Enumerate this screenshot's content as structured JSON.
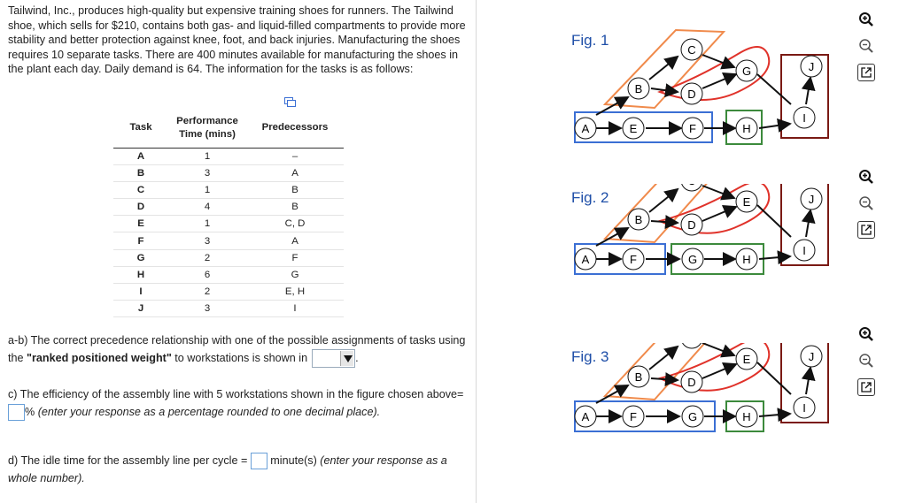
{
  "problem": {
    "intro": "Tailwind, Inc., produces high-quality but expensive training shoes for runners. The Tailwind shoe, which sells for $210, contains both gas- and liquid-filled compartments to provide more stability and better protection against knee, foot, and back injuries. Manufacturing the shoes requires 10 separate tasks. There are 400 minutes available for manufacturing the shoes in the plant each day. Daily demand is 64. The information for the tasks is as follows:"
  },
  "table": {
    "headers": {
      "task": "Task",
      "time_line1": "Performance",
      "time_line2": "Time (mins)",
      "pred": "Predecessors"
    },
    "rows": [
      {
        "task": "A",
        "time": "1",
        "pred": "–"
      },
      {
        "task": "B",
        "time": "3",
        "pred": "A"
      },
      {
        "task": "C",
        "time": "1",
        "pred": "B"
      },
      {
        "task": "D",
        "time": "4",
        "pred": "B"
      },
      {
        "task": "E",
        "time": "1",
        "pred": "C, D"
      },
      {
        "task": "F",
        "time": "3",
        "pred": "A"
      },
      {
        "task": "G",
        "time": "2",
        "pred": "F"
      },
      {
        "task": "H",
        "time": "6",
        "pred": "G"
      },
      {
        "task": "I",
        "time": "2",
        "pred": "E, H"
      },
      {
        "task": "J",
        "time": "3",
        "pred": "I"
      }
    ]
  },
  "questions": {
    "ab_pre": "a-b) The correct precedence relationship with one of the possible assignments of tasks using the ",
    "ab_bold": "\"ranked positioned weight\"",
    "ab_post": " to workstations is shown in",
    "ab_end": ".",
    "c_pre": "c) The efficiency of the assembly line with 5 workstations shown in the figure chosen above=",
    "c_post": "% ",
    "c_italic": "(enter your response as a percentage rounded to one decimal place).",
    "d_pre": "d) The idle time for the assembly line per cycle = ",
    "d_post": " minute(s) ",
    "d_italic": "(enter your response as a whole number)."
  },
  "figures": [
    {
      "label": "Fig. 1",
      "nodes": [
        "A",
        "B",
        "C",
        "D",
        "E",
        "F",
        "G",
        "H",
        "I",
        "J"
      ]
    },
    {
      "label": "Fig. 2",
      "nodes": [
        "A",
        "B",
        "C",
        "D",
        "E",
        "F",
        "G",
        "H",
        "I",
        "J"
      ]
    },
    {
      "label": "Fig. 3",
      "nodes": [
        "A",
        "B",
        "C",
        "D",
        "E",
        "F",
        "G",
        "H",
        "I",
        "J"
      ]
    }
  ],
  "colors": {
    "blue": "#3b6fd4",
    "orange": "#f08a4b",
    "red": "#e0322a",
    "green": "#3c8a3c",
    "darkred": "#7a1a14",
    "fig_label": "#1f4fa8"
  },
  "icons": [
    "zoom-in-icon",
    "zoom-out-icon",
    "open-external-icon",
    "copy-icon",
    "dropdown-arrow-icon"
  ]
}
